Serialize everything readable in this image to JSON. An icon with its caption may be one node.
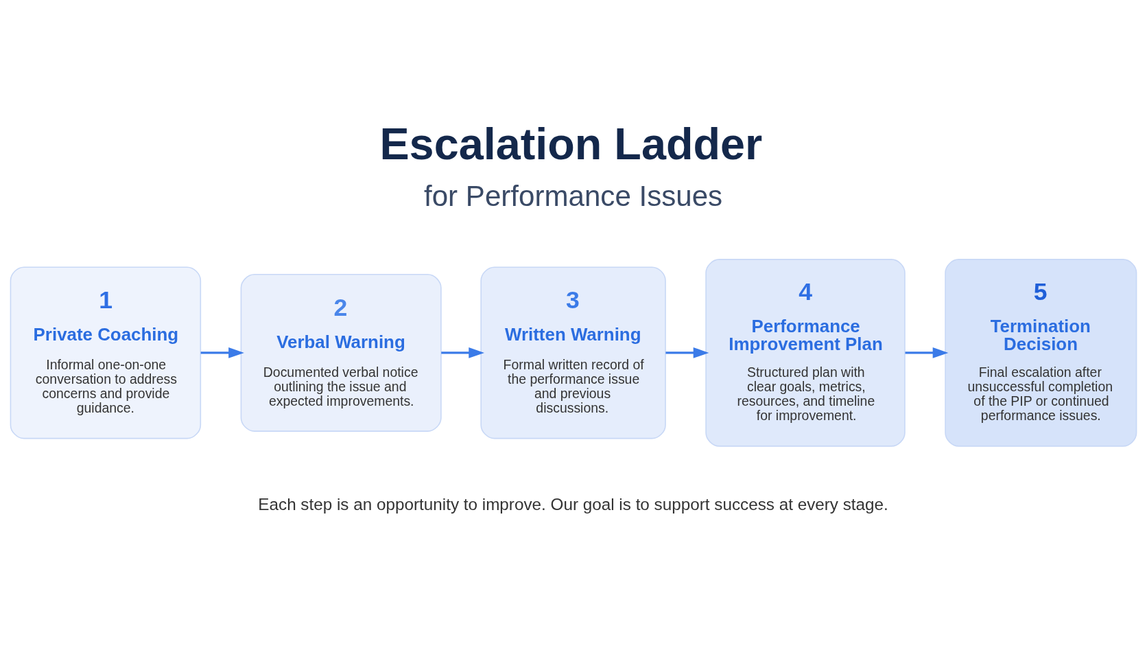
{
  "diagram": {
    "title": "Escalation Ladder",
    "nodes": [
      {
        "text": [
          "1",
          "Private Coaching",
          "Informal one-on-one conversation to address concerns and provide guidance."
        ]
      },
      {
        "text": [
          "2",
          "Verbal Warning",
          "Documented verbal notice outlining the issue and expected improvements."
        ]
      },
      {
        "text": [
          "3",
          "Written Warning",
          "Formal written record of the performance issue and previous discussions."
        ]
      },
      {
        "text": [
          "4",
          "Performance Improvement Plan",
          "Structured plan with clear goals, metrics, resources, and timeline for improvement."
        ]
      },
      {
        "text": [
          "5",
          "Termination Decision",
          "Final escalation after unsuccessful completion of the PIP or continued performance issues."
        ]
      }
    ],
    "edges": [
      {
        "from": 0,
        "to": 1,
        "arrow": "to"
      },
      {
        "from": 1,
        "to": 2,
        "arrow": "to"
      },
      {
        "from": 2,
        "to": 3,
        "arrow": "to"
      },
      {
        "from": 3,
        "to": 4,
        "arrow": "to"
      }
    ],
    "labels": [
      "for Performance Issues",
      "Each step is an opportunity to improve. Our goal is to support success at every stage."
    ]
  }
}
